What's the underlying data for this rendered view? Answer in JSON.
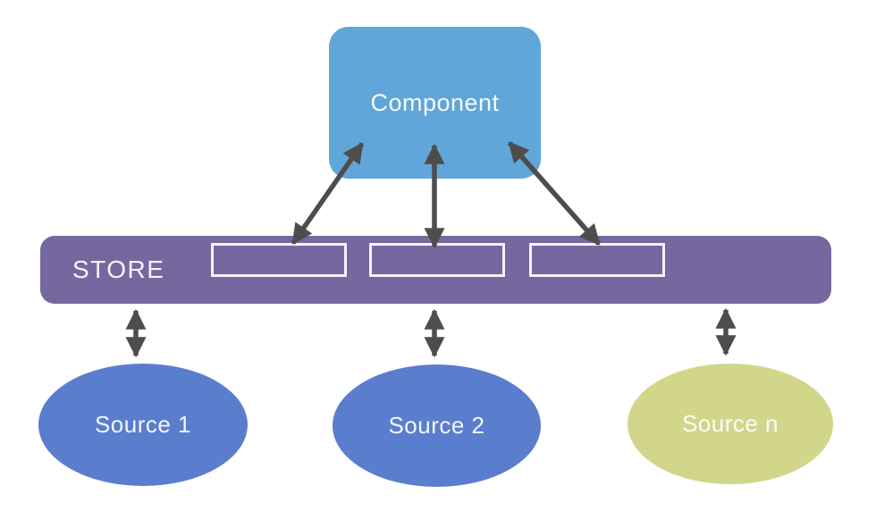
{
  "diagram": {
    "type": "flow-architecture-diagram",
    "nodes": {
      "component": {
        "label": "Component",
        "shape": "rounded-rect",
        "color": "#61a6d8",
        "text_color": "#f2f8fd"
      },
      "store": {
        "label": "STORE",
        "shape": "rounded-bar",
        "color": "#76689f",
        "text_color": "#ece9f6",
        "slot_count": 3,
        "slot_border_color": "#f6f3fb"
      },
      "source1": {
        "label": "Source 1",
        "shape": "ellipse",
        "color": "#5a7dcd",
        "text_color": "#eef2fb"
      },
      "source2": {
        "label": "Source 2",
        "shape": "ellipse",
        "color": "#5a7dcd",
        "text_color": "#eef2fb"
      },
      "sourcen": {
        "label": "Source n",
        "shape": "ellipse",
        "color": "#d2d68b",
        "text_color": "#f4f5e6"
      }
    },
    "edges": [
      {
        "from": "component",
        "to": "store-slot-1",
        "bidirectional": true
      },
      {
        "from": "component",
        "to": "store-slot-2",
        "bidirectional": true
      },
      {
        "from": "component",
        "to": "store-slot-3",
        "bidirectional": true
      },
      {
        "from": "store",
        "to": "source1",
        "bidirectional": true
      },
      {
        "from": "store",
        "to": "source2",
        "bidirectional": true
      },
      {
        "from": "store",
        "to": "sourcen",
        "bidirectional": true
      }
    ],
    "arrow_color": "#4d4d4d",
    "background": "#ffffff"
  }
}
